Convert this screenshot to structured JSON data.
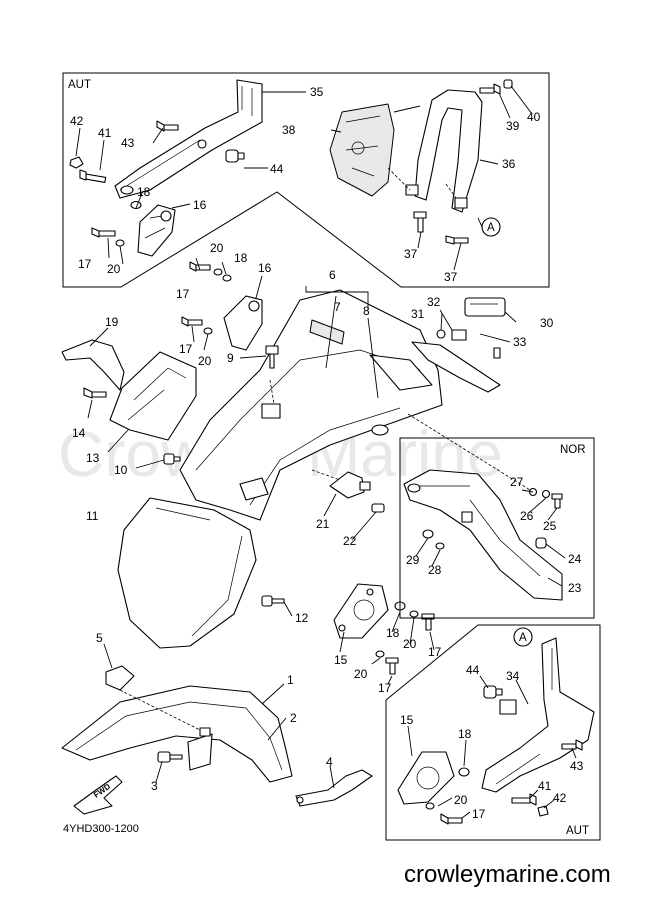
{
  "diagram": {
    "watermark": "Crowley Marine",
    "drawing_code": "4YHD300-1200",
    "site_footer": "crowleymarine.com",
    "direction_arrow": "FWD",
    "boxes": {
      "aut_top": "AUT",
      "nor": "NOR",
      "aut_bottom": "AUT",
      "detail_ref_a": "A"
    },
    "part_numbers": {
      "p35": "35",
      "p42": "42",
      "p41": "41",
      "p43": "43",
      "p44": "44",
      "p18a": "18",
      "p16a": "16",
      "p17a": "17",
      "p20a": "20",
      "p38": "38",
      "p36": "36",
      "p39": "39",
      "p40": "40",
      "p37a": "37",
      "p37b": "37",
      "pA": "A",
      "p20b": "20",
      "p18b": "18",
      "p16b": "16",
      "p17b": "17",
      "p17c": "17",
      "p20c": "20",
      "p6": "6",
      "p7": "7",
      "p8": "8",
      "p9": "9",
      "p19": "19",
      "p14": "14",
      "p13": "13",
      "p10": "10",
      "p11": "11",
      "p32": "32",
      "p31": "31",
      "p30": "30",
      "p33": "33",
      "p27": "27",
      "p26": "26",
      "p25": "25",
      "p24": "24",
      "p23": "23",
      "p29": "29",
      "p28": "28",
      "p21": "21",
      "p22": "22",
      "p12": "12",
      "p18c": "18",
      "p20d": "20",
      "p17d": "17",
      "p15a": "15",
      "p20e": "20",
      "p17e": "17",
      "p5": "5",
      "p1": "1",
      "p2": "2",
      "p3": "3",
      "p4": "4",
      "p44b": "44",
      "p34": "34",
      "p15b": "15",
      "p18d": "18",
      "p20f": "20",
      "p17f": "17",
      "p41b": "41",
      "p42b": "42",
      "p43b": "43"
    }
  }
}
